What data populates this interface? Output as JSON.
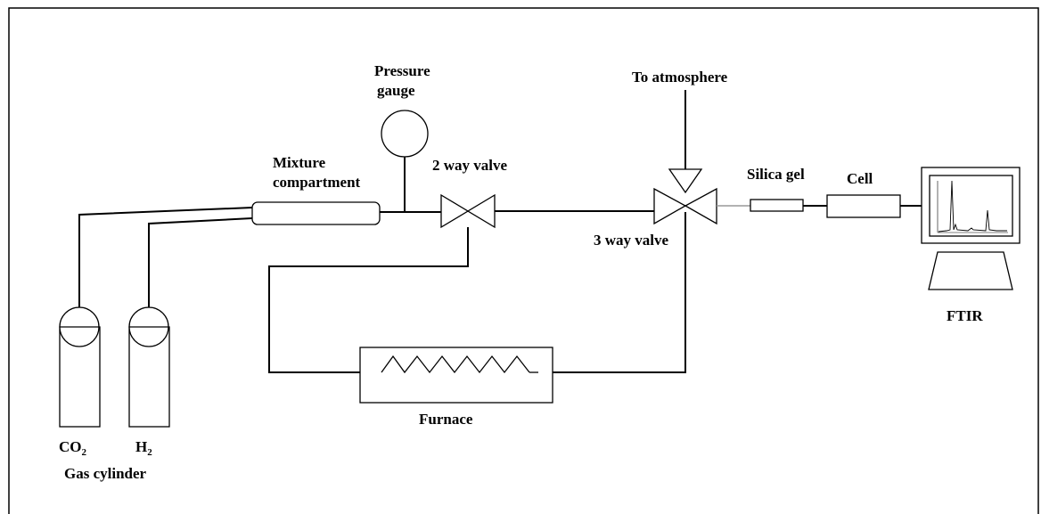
{
  "labels": {
    "pressure_gauge_line1": "Pressure",
    "pressure_gauge_line2": "gauge",
    "mixture_line1": "Mixture",
    "mixture_line2": "compartment",
    "two_way_valve": "2 way valve",
    "to_atmosphere": "To atmosphere",
    "three_way_valve": "3 way valve",
    "silica_gel": "Silica gel",
    "cell": "Cell",
    "ftir": "FTIR",
    "furnace": "Furnace",
    "co2_base": "CO",
    "co2_sub": "2",
    "h2_base": "H",
    "h2_sub": "2",
    "gas_cylinder": "Gas cylinder"
  }
}
